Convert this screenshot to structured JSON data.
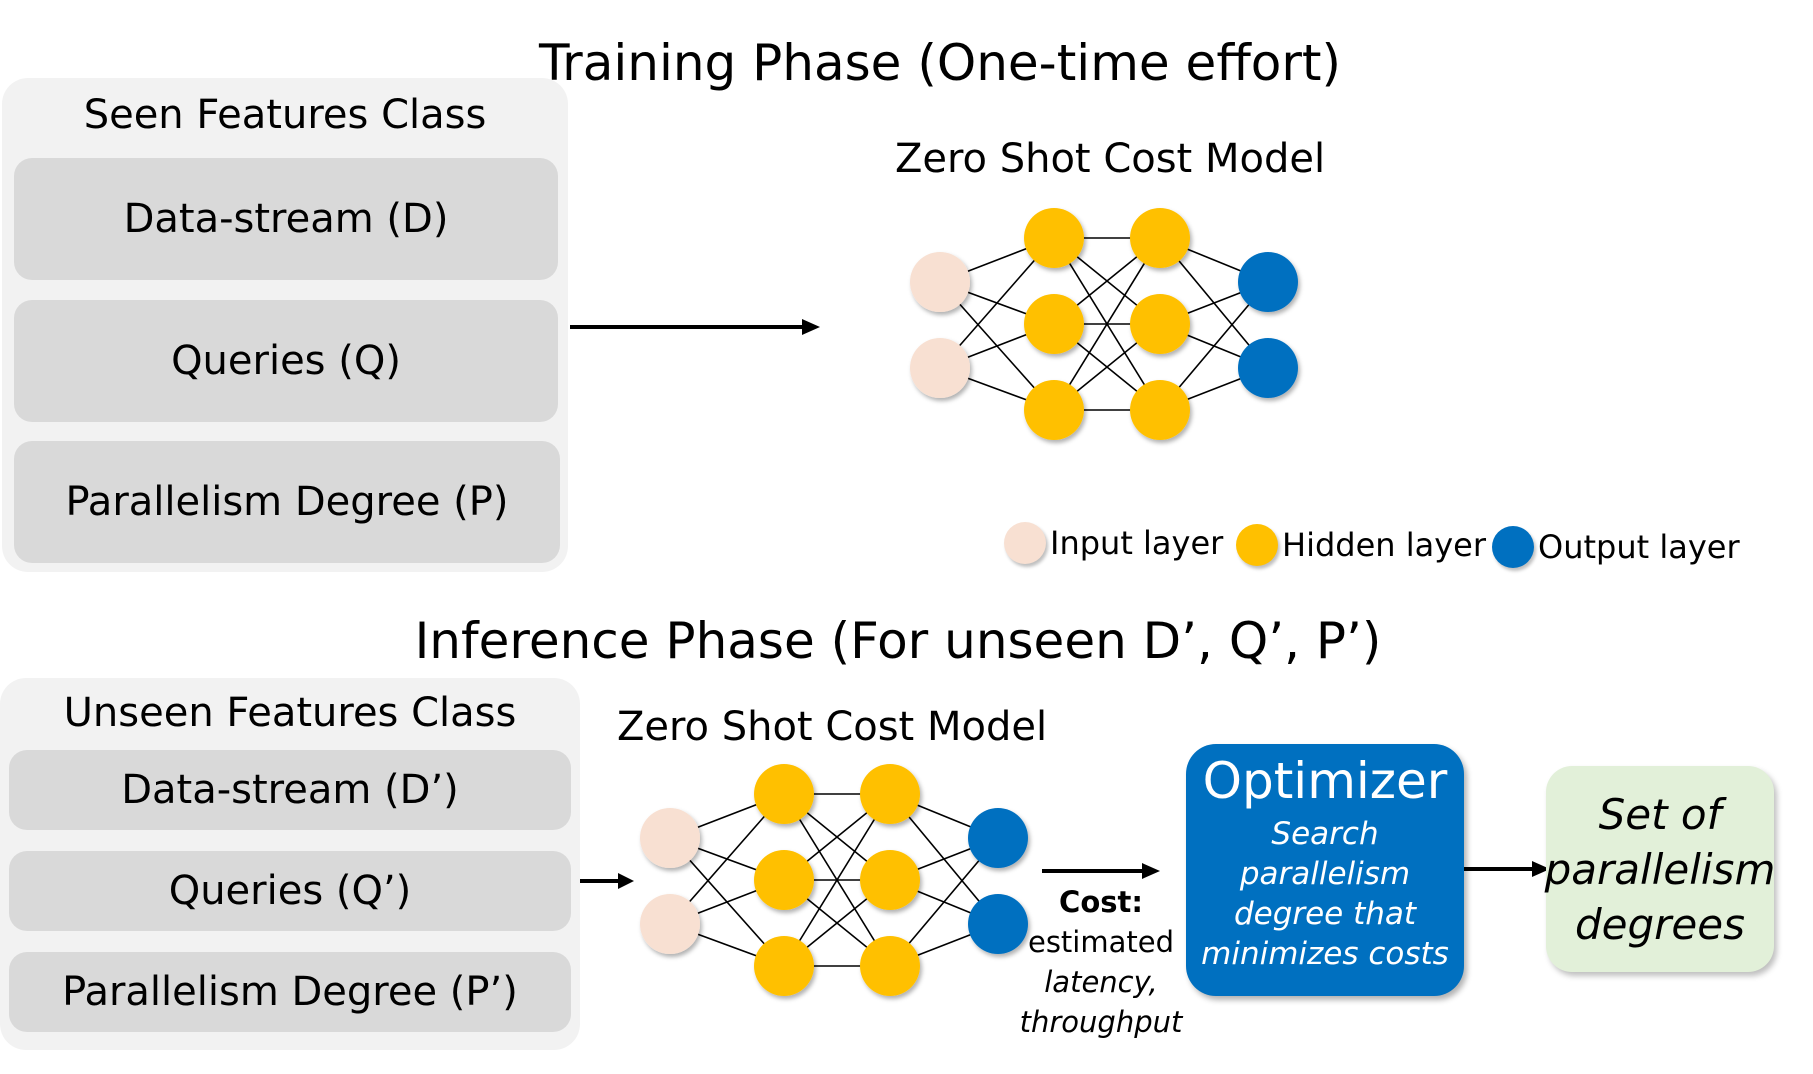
{
  "training": {
    "title": "Training Phase (One-time effort)",
    "panel_title": "Seen Features Class",
    "features": [
      "Data-stream (D)",
      "Queries (Q)",
      "Parallelism Degree (P)"
    ],
    "model_title": "Zero Shot Cost Model"
  },
  "legend": {
    "input": "Input layer",
    "hidden": "Hidden layer",
    "output": "Output layer"
  },
  "inference": {
    "title": "Inference Phase (For unseen D’, Q’, P’)",
    "panel_title": "Unseen Features Class",
    "features": [
      "Data-stream (D’)",
      "Queries (Q’)",
      "Parallelism Degree (P’)"
    ],
    "model_title": "Zero Shot Cost Model",
    "cost_label": "Cost:",
    "cost_line1": "estimated",
    "cost_line2": "latency,",
    "cost_line3": "throughput",
    "optimizer_title": "Optimizer",
    "optimizer_desc": [
      "Search",
      "parallelism",
      "degree that",
      "minimizes costs"
    ],
    "result": [
      "Set of",
      "parallelism",
      "degrees"
    ]
  },
  "colors": {
    "input_node": "#f8e0d2",
    "hidden_node": "#ffc000",
    "output_node": "#0070c0",
    "panel_bg": "#f2f2f2",
    "feature_bg": "#d9d9d9",
    "result_bg": "#e2f0d9"
  }
}
